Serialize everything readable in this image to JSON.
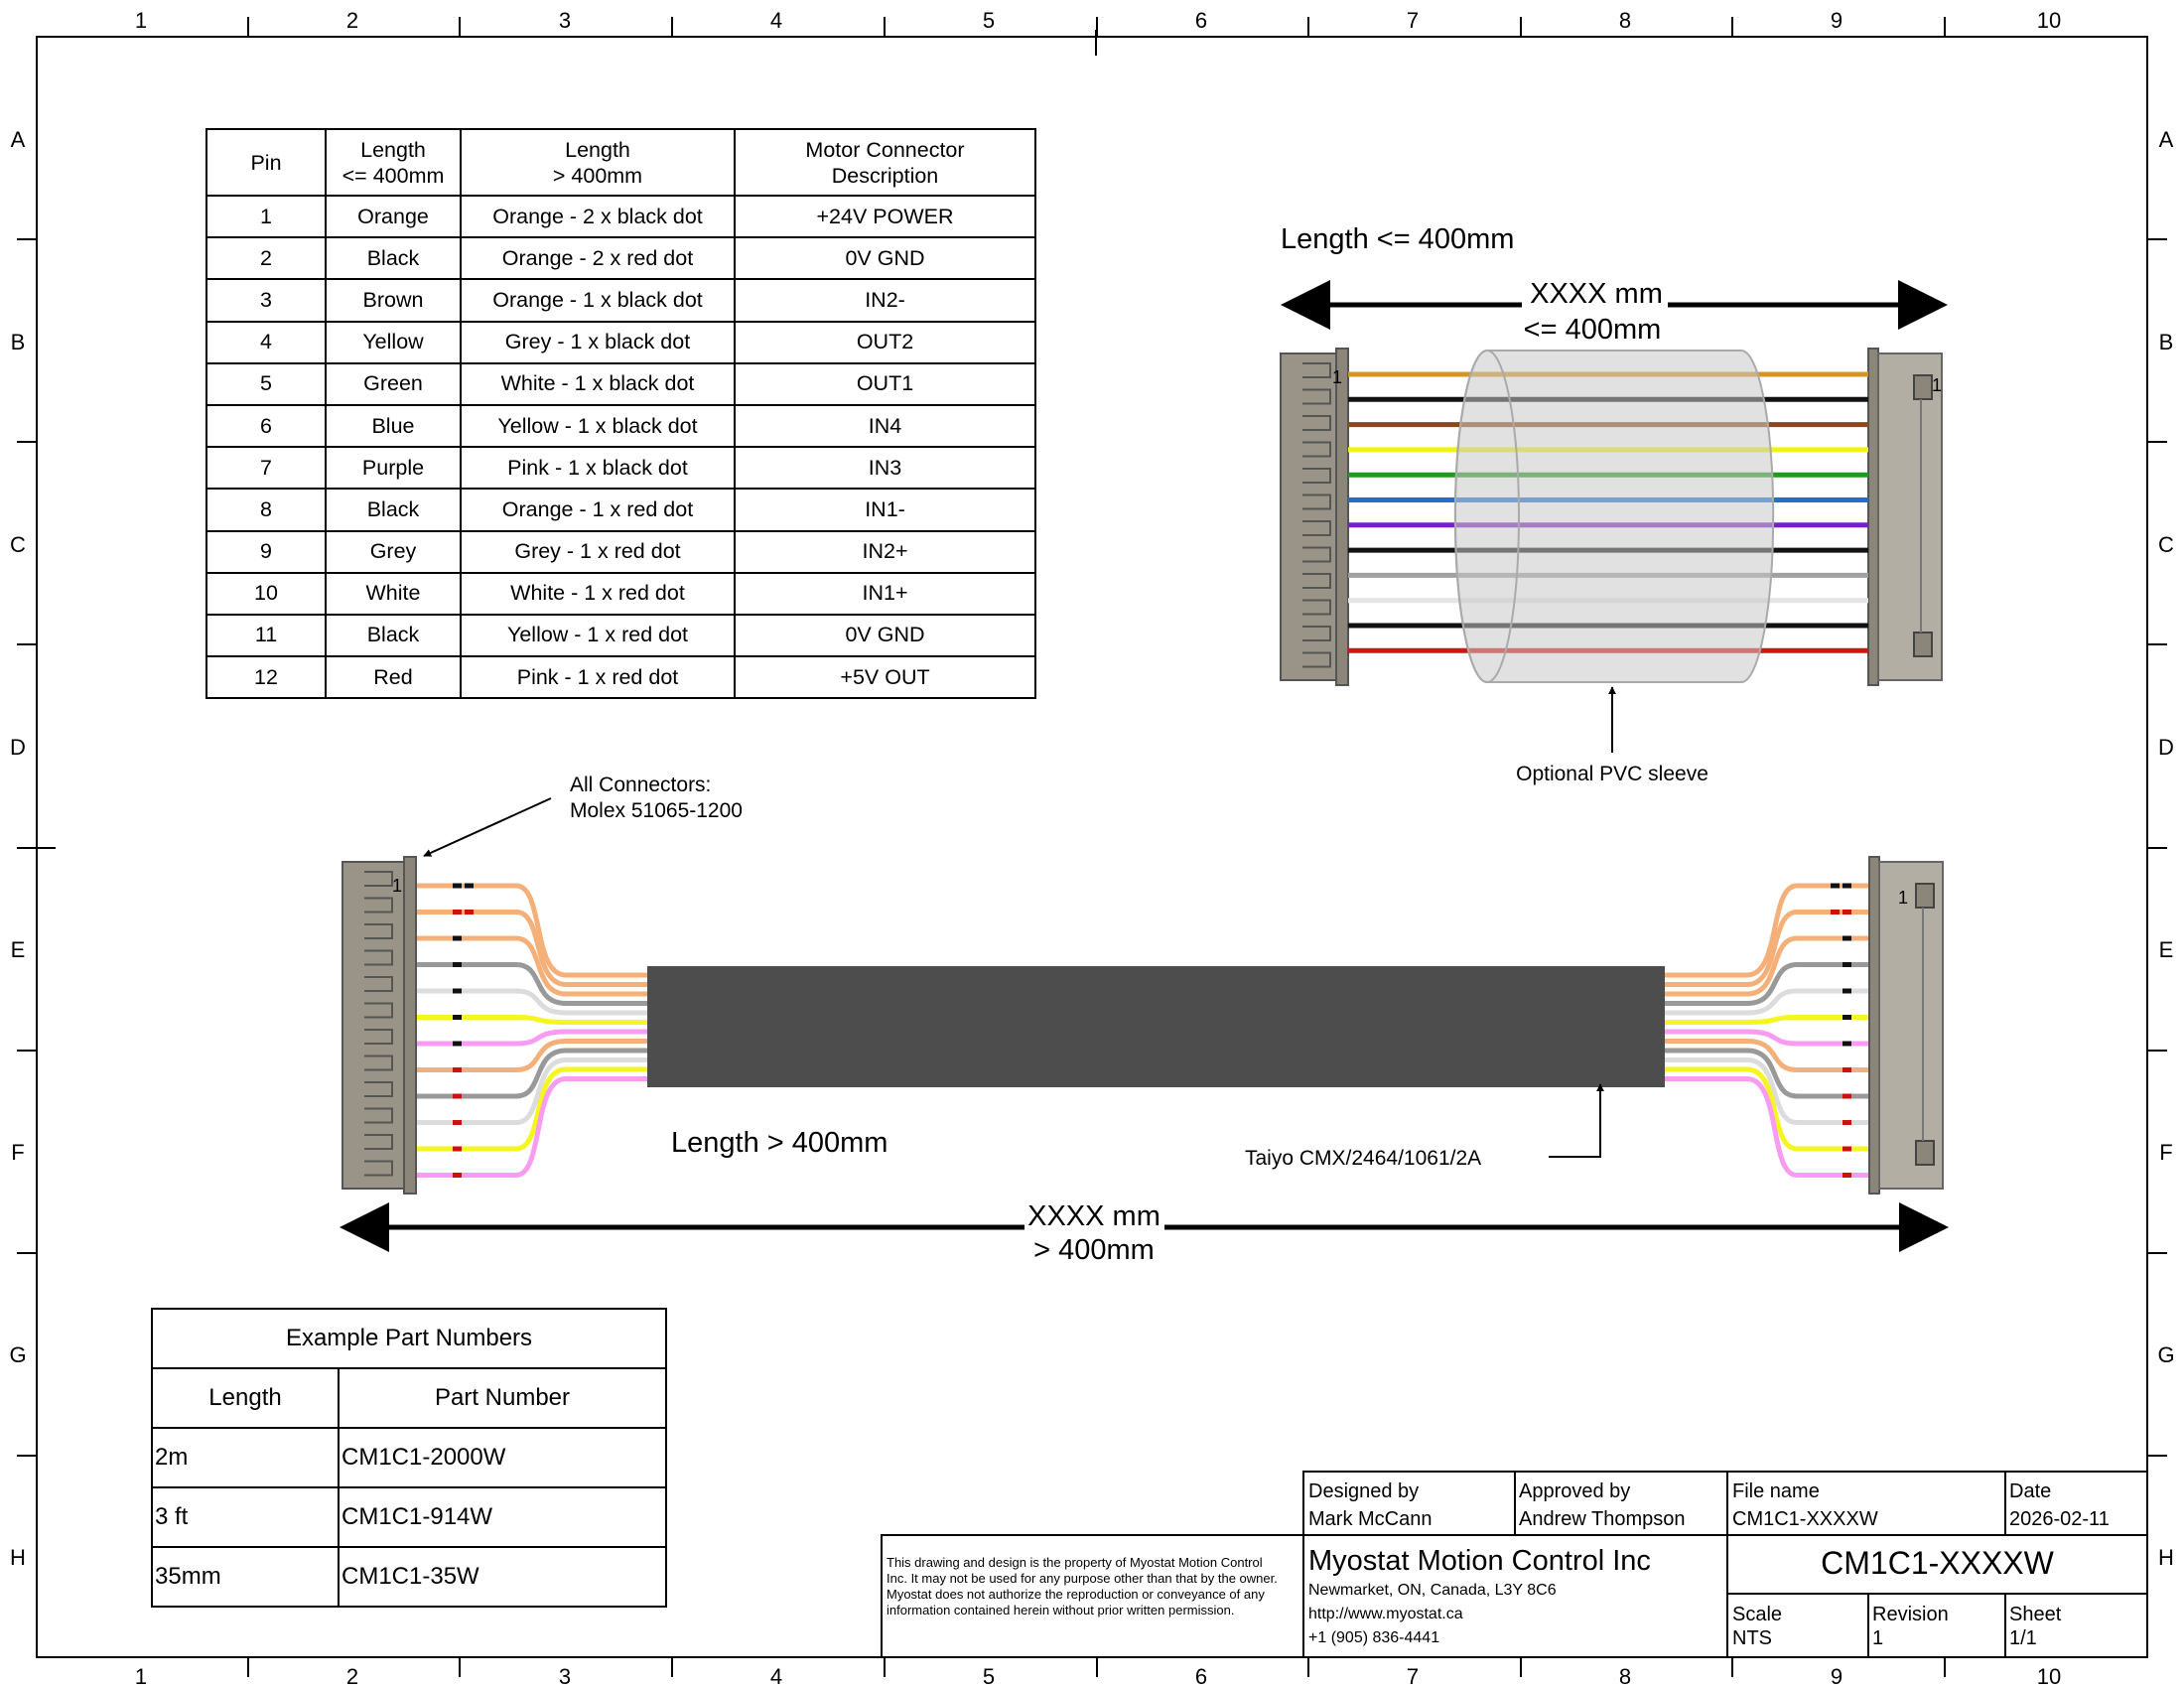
{
  "border": {
    "columns": [
      "1",
      "2",
      "3",
      "4",
      "5",
      "6",
      "7",
      "8",
      "9",
      "10"
    ],
    "rows": [
      "A",
      "B",
      "C",
      "D",
      "E",
      "F",
      "G",
      "H"
    ]
  },
  "pin_table": {
    "headers": [
      "Pin",
      "Length\n<= 400mm",
      "Length\n> 400mm",
      "Motor Connector\nDescription"
    ],
    "rows": [
      [
        "1",
        "Orange",
        "Orange - 2 x black dot",
        "+24V POWER"
      ],
      [
        "2",
        "Black",
        "Orange - 2 x red dot",
        "0V GND"
      ],
      [
        "3",
        "Brown",
        "Orange - 1 x black dot",
        "IN2-"
      ],
      [
        "4",
        "Yellow",
        "Grey - 1 x black dot",
        "OUT2"
      ],
      [
        "5",
        "Green",
        "White - 1 x black dot",
        "OUT1"
      ],
      [
        "6",
        "Blue",
        "Yellow - 1 x black dot",
        "IN4"
      ],
      [
        "7",
        "Purple",
        "Pink - 1 x black dot",
        "IN3"
      ],
      [
        "8",
        "Black",
        "Orange - 1 x red dot",
        "IN1-"
      ],
      [
        "9",
        "Grey",
        "Grey - 1 x red dot",
        "IN2+"
      ],
      [
        "10",
        "White",
        "White - 1 x red dot",
        "IN1+"
      ],
      [
        "11",
        "Black",
        "Yellow - 1 x red dot",
        "0V GND"
      ],
      [
        "12",
        "Red",
        "Pink - 1 x red dot",
        "+5V OUT"
      ]
    ]
  },
  "short_cable": {
    "title": "Length <= 400mm",
    "dimension_line1": "XXXX mm",
    "dimension_line2": "<= 400mm",
    "sleeve_label": "Optional PVC sleeve",
    "pin_marker": "1",
    "wire_colors": [
      "#d4961f",
      "#111111",
      "#8a4a12",
      "#f2f21a",
      "#1e9a1e",
      "#1f6fd0",
      "#7a1fc8",
      "#111111",
      "#a0a0a0",
      "#e4e4e4",
      "#111111",
      "#d01515"
    ]
  },
  "long_cable": {
    "title": "Length > 400mm",
    "dimension_line1": "XXXX mm",
    "dimension_line2": "> 400mm",
    "connector_note_line1": "All Connectors:",
    "connector_note_line2": "Molex 51065-1200",
    "cable_label": "Taiyo CMX/2464/1061/2A",
    "pin_marker": "1",
    "wire_colors": [
      "#f5b07a",
      "#f5b07a",
      "#f5b07a",
      "#999999",
      "#dcdcdc",
      "#f5f51f",
      "#f79cf0",
      "#f5b07a",
      "#999999",
      "#dcdcdc",
      "#f5f51f",
      "#f79cf0"
    ],
    "dot_colors": [
      "#111111",
      "#cc1111",
      "#111111",
      "#111111",
      "#111111",
      "#111111",
      "#111111",
      "#cc1111",
      "#cc1111",
      "#cc1111",
      "#cc1111",
      "#cc1111"
    ],
    "dot_counts": [
      2,
      2,
      1,
      1,
      1,
      1,
      1,
      1,
      1,
      1,
      1,
      1
    ],
    "jacket_color": "#4d4d4d"
  },
  "parts_table": {
    "title": "Example Part Numbers",
    "headers": [
      "Length",
      "Part Number"
    ],
    "rows": [
      [
        "2m",
        "CM1C1-2000W"
      ],
      [
        "3 ft",
        "CM1C1-914W"
      ],
      [
        "35mm",
        "CM1C1-35W"
      ]
    ]
  },
  "title_block": {
    "designed_by_label": "Designed by",
    "designed_by": "Mark McCann",
    "approved_by_label": "Approved by",
    "approved_by": "Andrew Thompson",
    "file_name_label": "File name",
    "file_name": "CM1C1-XXXXW",
    "date_label": "Date",
    "date": "2026-02-11",
    "company": "Myostat Motion Control Inc",
    "address": "Newmarket, ON, Canada, L3Y 8C6",
    "website": "http://www.myostat.ca",
    "phone": "+1 (905) 836-4441",
    "disclaimer": "This drawing and design is the property of Myostat Motion Control Inc. It may not be used for any purpose other than that by the owner. Myostat does not authorize the reproduction or conveyance of any information contained herein without prior written permission.",
    "part_number": "CM1C1-XXXXW",
    "scale_label": "Scale",
    "scale": "NTS",
    "revision_label": "Revision",
    "revision": "1",
    "sheet_label": "Sheet",
    "sheet": "1/1"
  }
}
